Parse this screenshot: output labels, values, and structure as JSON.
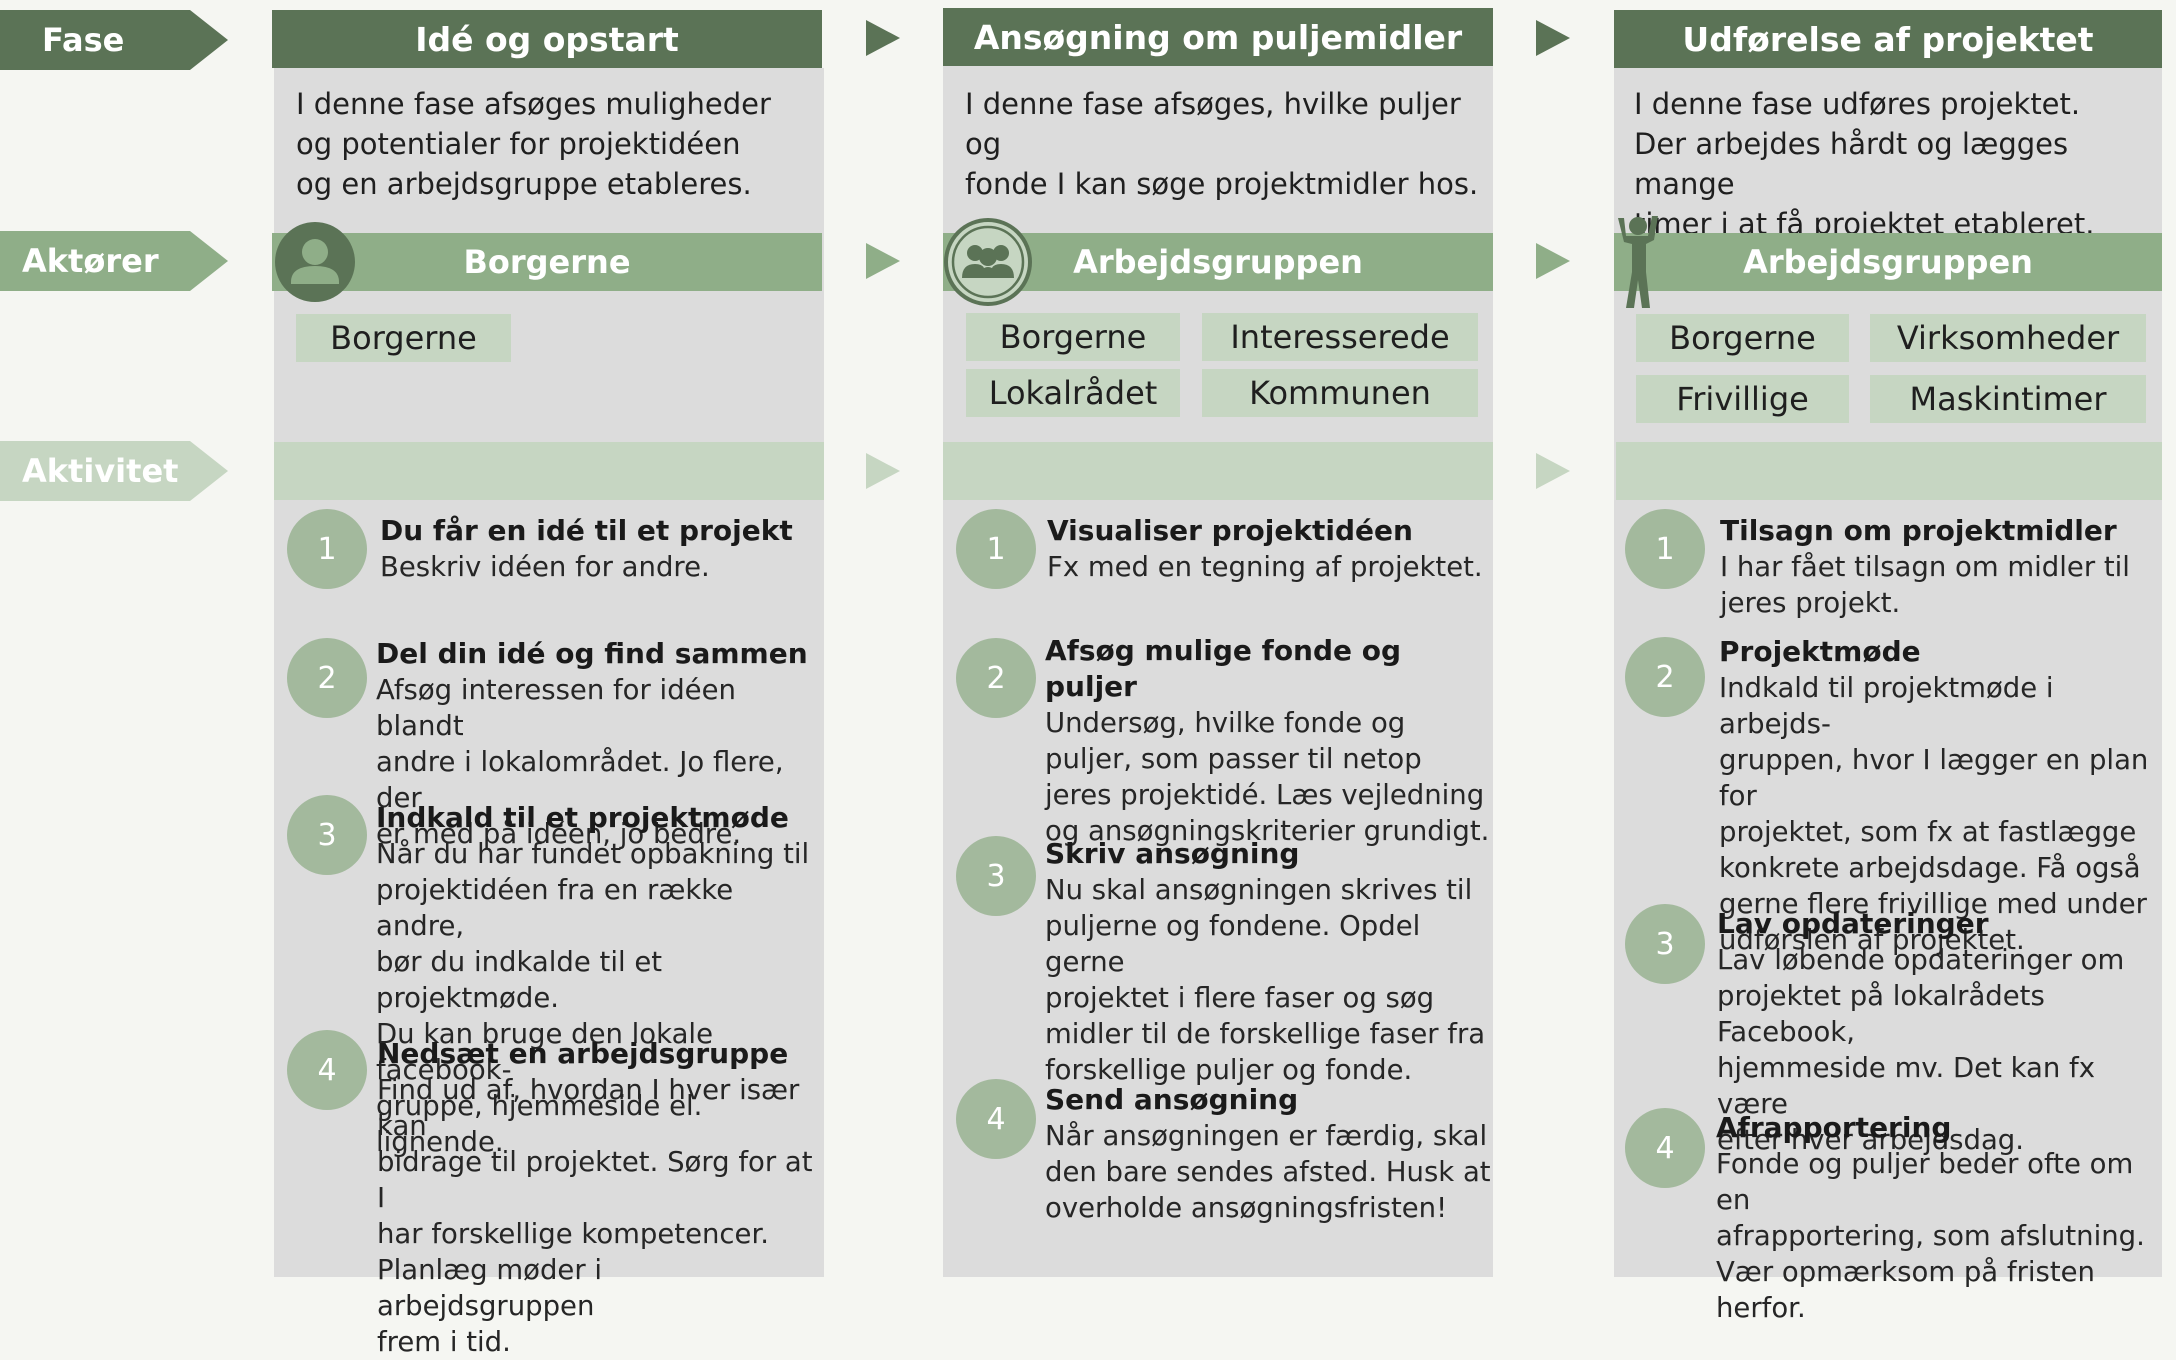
{
  "row_labels": {
    "fase": "Fase",
    "aktoerer": "Aktører",
    "aktivitet": "Aktivitet"
  },
  "colors": {
    "dark_green": "#5b7356",
    "mid_green": "#8fae88",
    "light_green": "#c6d6c2",
    "panel_grey": "#dcdcdc"
  },
  "phases": [
    {
      "title": "Idé og opstart",
      "intro": [
        "I denne fase afsøges muligheder",
        "og potentialer for projektidéen",
        "og en arbejdsgruppe etableres."
      ],
      "actor_icon": "person-icon",
      "actor_title": "Borgerne",
      "actors": [
        "Borgerne"
      ],
      "steps": [
        {
          "num": "1",
          "title": "Du får en idé til et projekt",
          "lines": [
            "Beskriv idéen for andre."
          ]
        },
        {
          "num": "2",
          "title": "Del din idé og find sammen",
          "lines": [
            "Afsøg interessen for idéen blandt",
            "andre i lokalområdet. Jo flere, der",
            "er med på idéen, jo bedre."
          ]
        },
        {
          "num": "3",
          "title": "Indkald til et projektmøde",
          "lines": [
            "Når du har fundet opbakning til",
            "projektidéen fra en række andre,",
            "bør du indkalde til et projektmøde.",
            "Du kan bruge den lokale facebook-",
            "gruppe, hjemmeside  el. lignende."
          ]
        },
        {
          "num": "4",
          "title": "Nedsæt en arbejdsgruppe",
          "lines": [
            "Find ud af, hvordan I hver især kan",
            "bidrage til projektet. Sørg for at I",
            "har forskellige kompetencer.",
            "Planlæg møder i arbejdsgruppen",
            "frem i tid."
          ]
        }
      ]
    },
    {
      "title": "Ansøgning om puljemidler",
      "intro": [
        "I denne fase afsøges, hvilke puljer og",
        "fonde I kan søge projektmidler hos."
      ],
      "actor_icon": "group-icon",
      "actor_title": "Arbejdsgruppen",
      "actors": [
        "Borgerne",
        "Interesserede",
        "Lokalrådet",
        "Kommunen"
      ],
      "steps": [
        {
          "num": "1",
          "title": "Visualiser projektidéen",
          "lines": [
            "Fx med en tegning af projektet."
          ]
        },
        {
          "num": "2",
          "title": "Afsøg mulige fonde og puljer",
          "lines": [
            "Undersøg, hvilke fonde og",
            "puljer, som passer til netop",
            "jeres projektidé. Læs vejledning",
            "og ansøgningskriterier grundigt."
          ]
        },
        {
          "num": "3",
          "title": "Skriv ansøgning",
          "lines": [
            "Nu skal ansøgningen skrives til",
            "puljerne og fondene. Opdel gerne",
            "projektet i flere faser og søg",
            "midler til de forskellige faser fra",
            "forskellige puljer og fonde."
          ]
        },
        {
          "num": "4",
          "title": "Send ansøgning",
          "lines": [
            "Når ansøgningen er færdig, skal",
            "den bare sendes afsted. Husk at",
            "overholde ansøgningsfristen!"
          ]
        }
      ]
    },
    {
      "title": "Udførelse af projektet",
      "intro": [
        "I denne fase udføres projektet.",
        "Der arbejdes hårdt og lægges mange",
        "timer i at få projektet etableret."
      ],
      "actor_icon": "cheering-person-icon",
      "actor_title": "Arbejdsgruppen",
      "actors": [
        "Borgerne",
        "Virksomheder",
        "Frivillige",
        "Maskintimer"
      ],
      "steps": [
        {
          "num": "1",
          "title": "Tilsagn om projektmidler",
          "lines": [
            "I har fået tilsagn om midler til",
            "jeres projekt."
          ]
        },
        {
          "num": "2",
          "title": "Projektmøde",
          "lines": [
            "Indkald til projektmøde i arbejds-",
            "gruppen, hvor I lægger en plan for",
            "projektet, som fx at fastlægge",
            "konkrete arbejdsdage. Få også",
            "gerne flere frivillige med under",
            "udførslen af projektet."
          ]
        },
        {
          "num": "3",
          "title": "Lav opdateringer",
          "lines": [
            "Lav løbende opdateringer om",
            "projektet på lokalrådets Facebook,",
            "hjemmeside mv. Det kan fx være",
            "efter hver arbejdsdag."
          ]
        },
        {
          "num": "4",
          "title": "Afrapportering",
          "lines": [
            "Fonde og puljer beder ofte om en",
            "afrapportering, som afslutning.",
            "Vær opmærksom på fristen herfor."
          ]
        }
      ]
    }
  ]
}
